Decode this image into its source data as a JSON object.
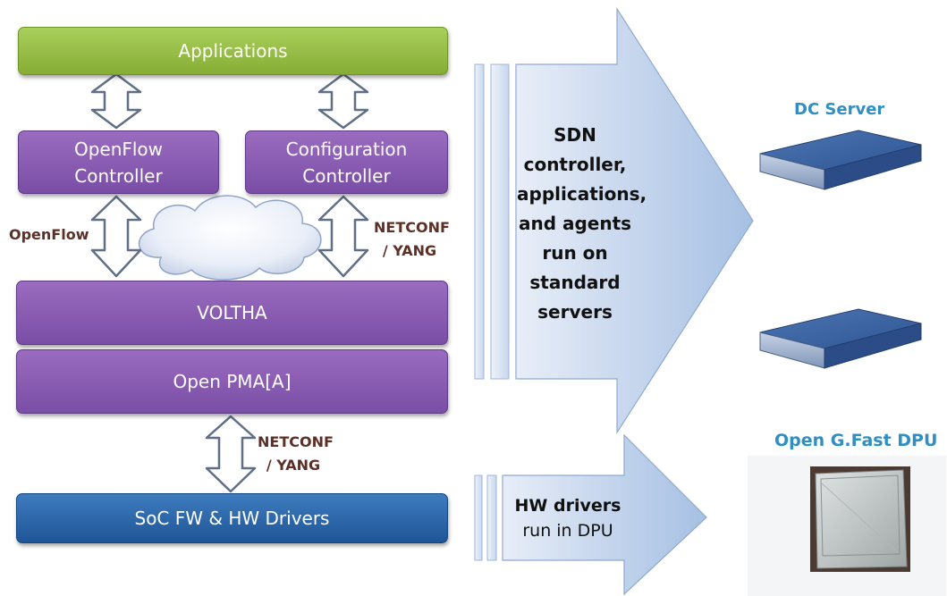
{
  "stack": {
    "applications": "Applications",
    "openflow_controller": [
      "OpenFlow",
      "Controller"
    ],
    "configuration_controller": [
      "Configuration",
      "Controller"
    ],
    "voltha": "VOLTHA",
    "open_pma": "Open PMA[A]",
    "soc_fw": "SoC FW & HW Drivers"
  },
  "links": {
    "openflow": "OpenFlow",
    "netconf_upper": [
      "NETCONF",
      "/ YANG"
    ],
    "netconf_lower": [
      "NETCONF",
      "/ YANG"
    ]
  },
  "big_arrow_text": [
    "SDN",
    "controller,",
    "applications,",
    "and agents",
    "run on",
    "standard",
    "servers"
  ],
  "small_arrow_text": {
    "title": "HW drivers",
    "subtitle": "run in DPU"
  },
  "devices": {
    "dc_server": "DC Server",
    "dpu": "Open G.Fast DPU"
  },
  "colors": {
    "green": "#95bd44",
    "purple": "#8a5cb5",
    "blue": "#2a64a8",
    "label_brown": "#5c3026",
    "device_title": "#2f8fc2"
  }
}
